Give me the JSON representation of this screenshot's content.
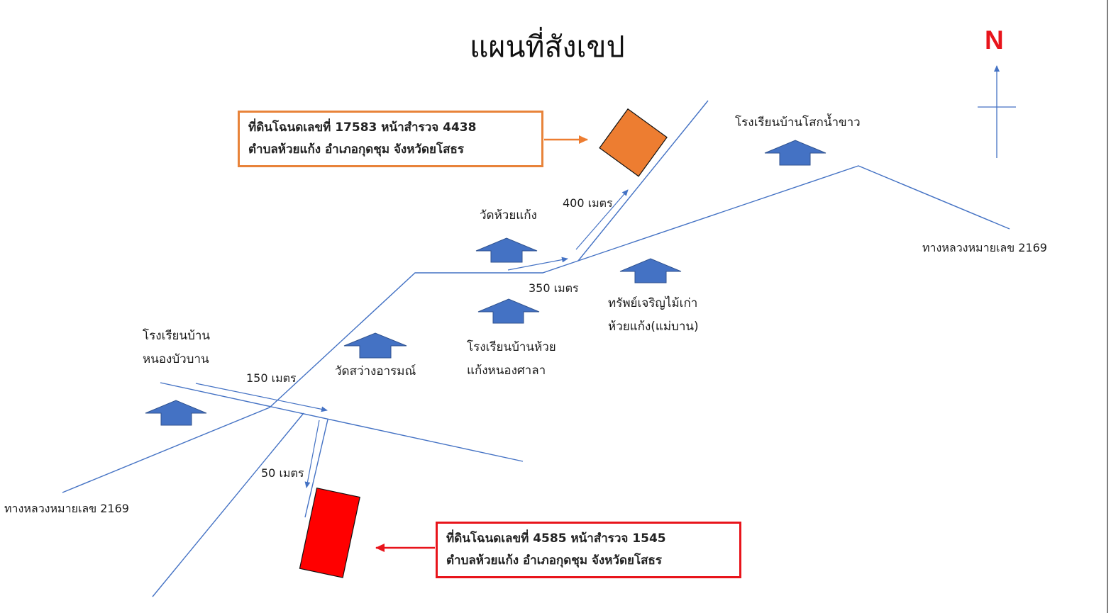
{
  "title": "แผนที่สังเขป",
  "north_label": "N",
  "colors": {
    "road": "#4472c4",
    "marker": "#4472c4",
    "plot_1": "#ed7d31",
    "plot_2": "#ff0000",
    "plot_1_border": "#e8833a",
    "plot_2_border": "#e8141b",
    "north_text": "#e8141b"
  },
  "landmarks": {
    "school_nong_bua_ban": [
      "โรงเรียนบ้าน",
      "หนองบัวบาน"
    ],
    "wat_sawang_arom": "วัดสว่างอารมณ์",
    "school_huai_kaeng": [
      "โรงเรียนบ้านห้วย",
      "แก้งหนองศาลา"
    ],
    "wat_huai_kaeng": "วัดห้วยแก้ง",
    "sap_charoen": [
      "ทรัพย์เจริญไม้เก่า",
      "ห้วยแก้ง(แม่บาน)"
    ],
    "school_sok_nam_khao": "โรงเรียนบ้านโสกน้ำขาว"
  },
  "highways": {
    "left": "ทางหลวงหมายเลข 2169",
    "right": "ทางหลวงหมายเลข 2169"
  },
  "distances": {
    "d150": "150 เมตร",
    "d50": "50 เมตร",
    "d350": "350 เมตร",
    "d400": "400 เมตร"
  },
  "plots": {
    "plot_1": {
      "line1": "ที่ดินโฉนดเลขที่ 17583 หน้าสำรวจ 4438",
      "line2": "ตำบลห้วยแก้ง อำเภอกุดชุม จังหวัดยโสธร"
    },
    "plot_2": {
      "line1": "ที่ดินโฉนดเลขที่ 4585 หน้าสำรวจ 1545",
      "line2": "ตำบลห้วยแก้ง อำเภอกุดชุม จังหวัดยโสธร"
    }
  }
}
